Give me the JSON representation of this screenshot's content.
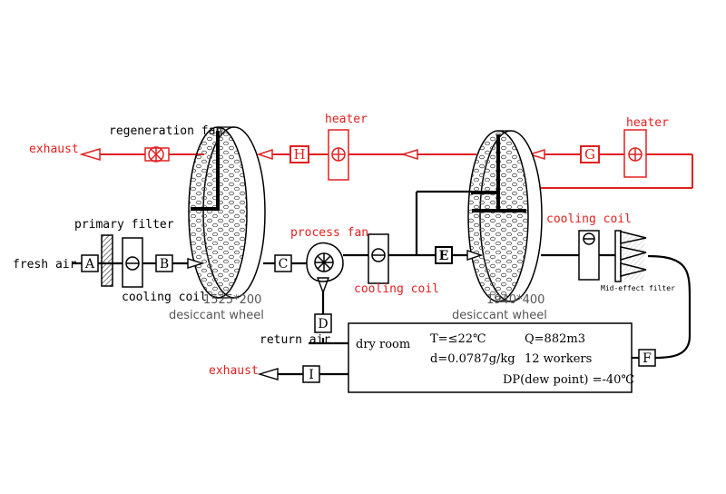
{
  "colors": {
    "process": "#000000",
    "regen": "#e02020",
    "hatch": "#444444",
    "dots": "#555555"
  },
  "labels": {
    "exhaust_top": "exhaust",
    "regeneration_fan": "regeneration fan",
    "heater_1": "heater",
    "heater_2": "heater",
    "primary_filter": "primary filter",
    "fresh_air": "fresh air",
    "cooling_coil_1": "cooling coil",
    "process_fan": "process fan",
    "cooling_coil_2": "cooling coil",
    "cooling_coil_3": "cooling coil",
    "mid_effect_filter": "Mid-effect filter",
    "return_air": "return air",
    "exhaust_bottom": "exhaust"
  },
  "nodes": {
    "A": "A",
    "B": "B",
    "C": "C",
    "D": "D",
    "E": "E",
    "F": "F",
    "G": "G",
    "H": "H",
    "I": "I"
  },
  "wheels": {
    "wheel1_size": "1525*200",
    "wheel1_name": "desiccant wheel",
    "wheel2_size": "1940*400",
    "wheel2_name": "desiccant wheel"
  },
  "dry_room": {
    "title": "dry room",
    "temperature": "T=≤22℃",
    "flow": "Q=882m3",
    "humidity": "d=0.0787g/kg",
    "workers": "12 workers",
    "dew_point": "DP(dew point) =-40℃"
  }
}
